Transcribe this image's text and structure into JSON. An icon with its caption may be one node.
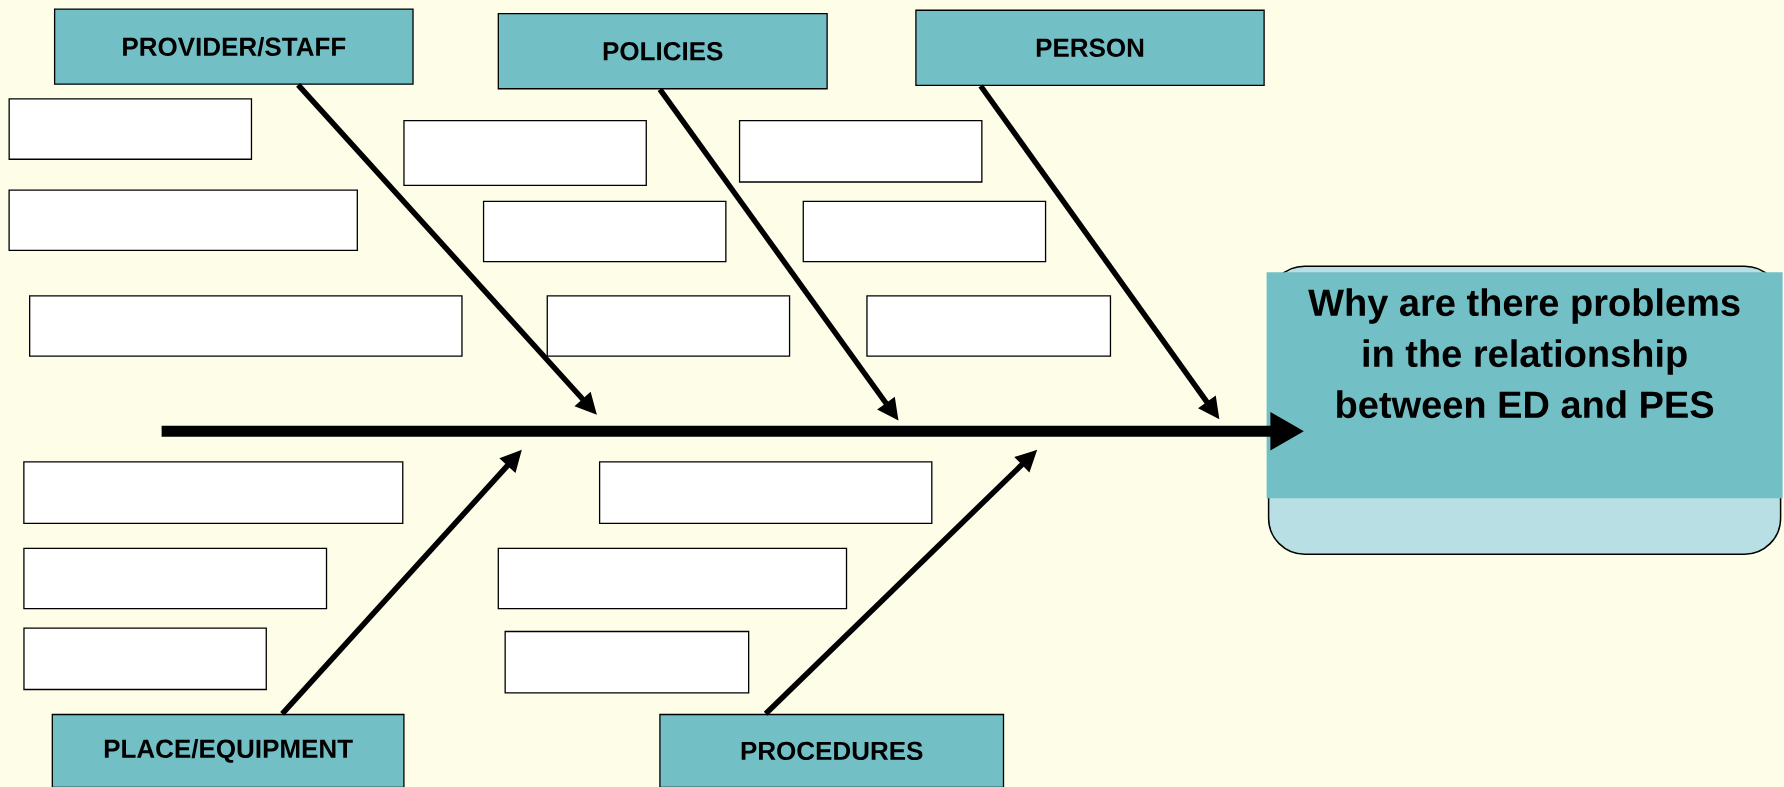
{
  "diagram": {
    "nodes": [
      {
        "text": [
          "PROVIDER/STAFF"
        ]
      },
      {
        "text": [
          "POLICIES"
        ]
      },
      {
        "text": [
          "PERSON"
        ]
      },
      {
        "text": [
          "PLACE/EQUIPMENT"
        ]
      },
      {
        "text": [
          "PROCEDURES"
        ]
      },
      {
        "text": [
          "Why are there problems in the relationship between ED and PES"
        ]
      },
      {
        "text": [],
        "shape": "box"
      },
      {
        "text": [],
        "shape": "box"
      },
      {
        "text": [],
        "shape": "box"
      },
      {
        "text": [],
        "shape": "box"
      },
      {
        "text": [],
        "shape": "box"
      },
      {
        "text": [],
        "shape": "box"
      },
      {
        "text": [],
        "shape": "box"
      },
      {
        "text": [],
        "shape": "box"
      },
      {
        "text": [],
        "shape": "box"
      },
      {
        "text": [],
        "shape": "box"
      },
      {
        "text": [],
        "shape": "box"
      },
      {
        "text": [],
        "shape": "box"
      },
      {
        "text": [],
        "shape": "box"
      },
      {
        "text": [],
        "shape": "box"
      },
      {
        "text": [],
        "shape": "box"
      }
    ],
    "edges": [
      {
        "from": null,
        "to": 5,
        "arrow": "to",
        "style": "thick"
      },
      {
        "from": 0,
        "to": null,
        "arrow": "to"
      },
      {
        "from": 1,
        "to": null,
        "arrow": "to"
      },
      {
        "from": 2,
        "to": null,
        "arrow": "to"
      },
      {
        "from": 3,
        "to": null,
        "arrow": "to"
      },
      {
        "from": 4,
        "to": null,
        "arrow": "to"
      }
    ]
  }
}
